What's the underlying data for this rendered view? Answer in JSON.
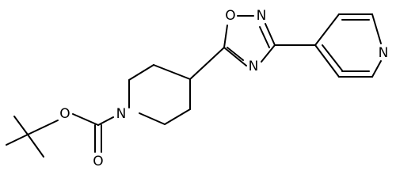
{
  "structure": {
    "atom_labels": {
      "O_ring": "O",
      "N_ring_top": "N",
      "N_ring_bottom": "N",
      "N_pyridine": "N",
      "N_piperidine": "N",
      "O_ester": "O",
      "O_carbonyl": "O"
    },
    "colors": {
      "bond": "#000000",
      "label": "#000000",
      "background": "#ffffff"
    }
  }
}
